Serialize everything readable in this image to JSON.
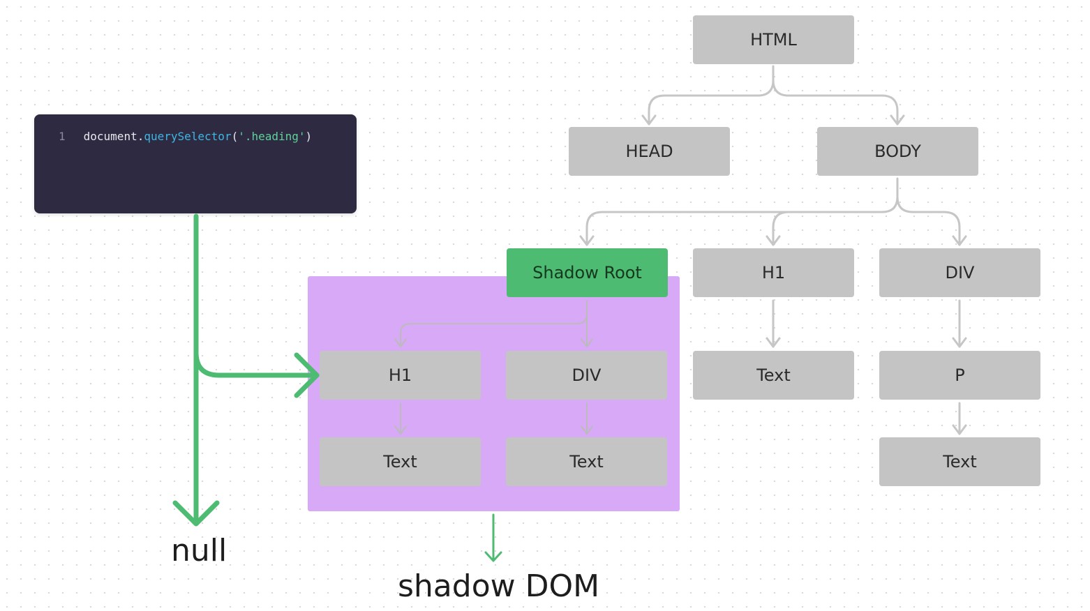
{
  "code": {
    "line_number": "1",
    "object": "document",
    "dot": ".",
    "method": "querySelector",
    "open": "(",
    "argument": "'.heading'",
    "close": ")"
  },
  "tree": {
    "html": "HTML",
    "head": "HEAD",
    "body": "BODY",
    "shadow_root": "Shadow Root",
    "body_h1": "H1",
    "body_div": "DIV",
    "body_h1_text": "Text",
    "body_p": "P",
    "body_p_text": "Text",
    "shadow_h1": "H1",
    "shadow_div": "DIV",
    "shadow_h1_text": "Text",
    "shadow_div_text": "Text"
  },
  "labels": {
    "result": "null",
    "shadow_dom": "shadow DOM"
  },
  "colors": {
    "node": "#c4c4c4",
    "shadow_root": "#4dbb71",
    "shadow_area": "#d8a9f6",
    "code_bg": "#2d2a42",
    "connector": "#c6c6c6",
    "accent_arrow": "#4dbb71"
  }
}
